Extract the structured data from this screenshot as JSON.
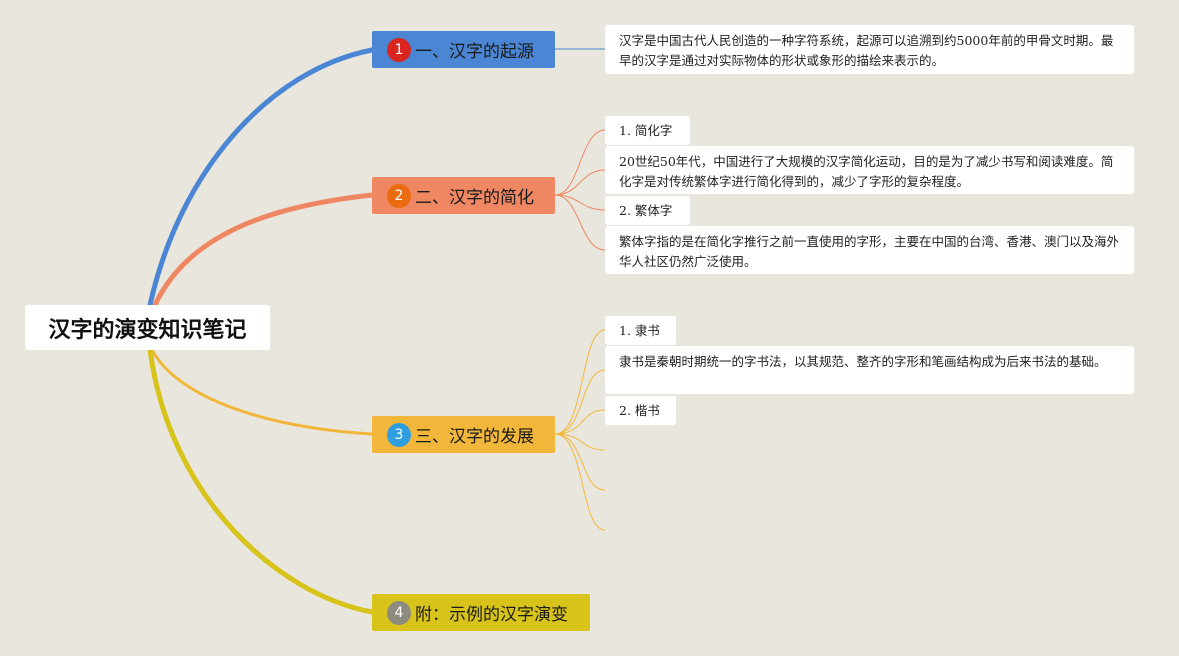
{
  "root": {
    "title": "汉字的演变知识笔记"
  },
  "colors": {
    "branch1": "#4a86d4",
    "branch1_num": "#d9241f",
    "branch2": "#ef8763",
    "branch2_num": "#ea6b10",
    "branch3": "#f2b73a",
    "branch3_num": "#2f9ede",
    "branch4": "#d7c319",
    "branch4_num": "#8d8a80",
    "edge1": "#4a86d4",
    "edge2": "#ef8763",
    "edge3": "#f2b73a",
    "edge4": "#d7c319"
  },
  "branches": [
    {
      "num": "1",
      "label": "一、汉字的起源"
    },
    {
      "num": "2",
      "label": "二、汉字的简化"
    },
    {
      "num": "3",
      "label": "三、汉字的发展"
    },
    {
      "num": "4",
      "label": "附：示例的汉字演变"
    }
  ],
  "notes": {
    "origin": "汉字是中国古代人民创造的一种字符系统，起源可以追溯到约5000年前的甲骨文时期。最早的汉字是通过对实际物体的形状或象形的描绘来表示的。",
    "simplified_title": "1. 简化字",
    "simplified_text": "20世纪50年代，中国进行了大规模的汉字简化运动，目的是为了减少书写和阅读难度。简化字是对传统繁体字进行简化得到的，减少了字形的复杂程度。",
    "traditional_title": "2. 繁体字",
    "traditional_text": "繁体字指的是在简化字推行之前一直使用的字形，主要在中国的台湾、香港、澳门以及海外华人社区仍然广泛使用。",
    "lishu_title": "1. 隶书",
    "lishu_text": "隶书是秦朝时期统一的字书法，以其规范、整齐的字形和笔画结构成为后来书法的基础。",
    "kaishu_title": "2. 楷书"
  }
}
